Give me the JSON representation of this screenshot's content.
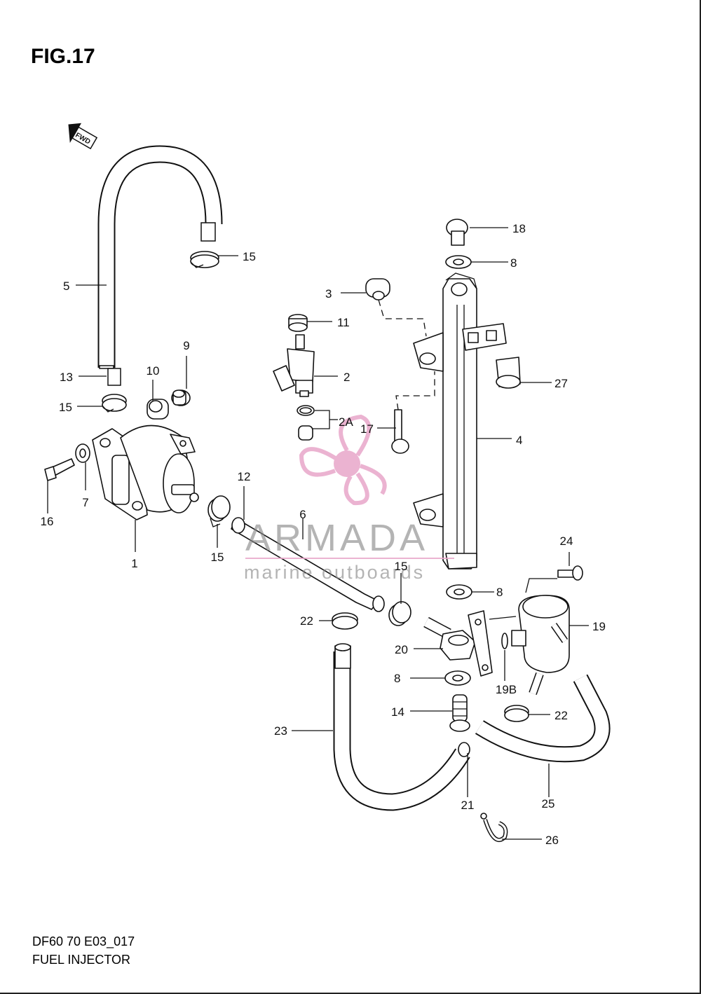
{
  "header": {
    "figure_title": "FIG.17",
    "fwd_label": "FWD"
  },
  "footer": {
    "model_code": "DF60 70 E03_017",
    "section_title": "FUEL INJECTOR"
  },
  "watermark": {
    "brand": "ARMADA",
    "tagline": "marine outboards",
    "accent_color": "#e8a6c9",
    "text_color": "#8a8a8a"
  },
  "callouts": {
    "c1": "1",
    "c2": "2",
    "c2a": "2A",
    "c3": "3",
    "c4": "4",
    "c5": "5",
    "c6": "6",
    "c7": "7",
    "c8a": "8",
    "c8b": "8",
    "c8c": "8",
    "c9": "9",
    "c10": "10",
    "c11": "11",
    "c12": "12",
    "c13": "13",
    "c14": "14",
    "c15a": "15",
    "c15b": "15",
    "c15c": "15",
    "c15d": "15",
    "c16": "16",
    "c17": "17",
    "c18": "18",
    "c19": "19",
    "c19b": "19B",
    "c20": "20",
    "c21": "21",
    "c22a": "22",
    "c22b": "22",
    "c23": "23",
    "c24": "24",
    "c25": "25",
    "c26": "26",
    "c27": "27"
  }
}
